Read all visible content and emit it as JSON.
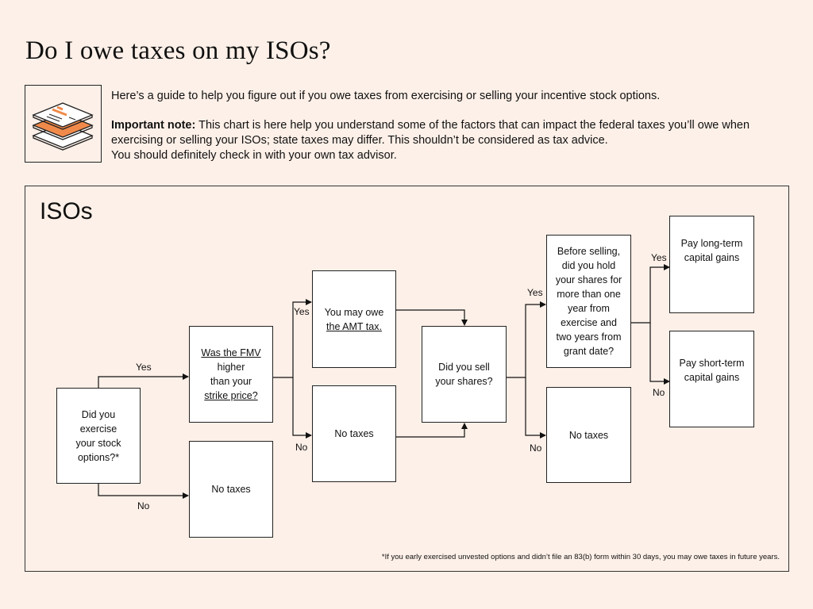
{
  "header": {
    "title": "Do I owe taxes on my ISOs?",
    "intro": "Here’s a guide to help you figure out if you owe taxes from exercising or selling your incentive stock options.",
    "note_label": "Important note:",
    "note_text": " This chart is here help you understand some of the factors that can impact the federal taxes you’ll owe when exercising or selling your ISOs; state taxes may differ. This shouldn’t be considered as tax advice.",
    "note_line3": "You should definitely check in with your own tax advisor.",
    "icon": "stacked-documents-icon"
  },
  "flow": {
    "title": "ISOs",
    "nodes": {
      "exercise": [
        "Did you",
        "exercise",
        "your stock",
        "options?*"
      ],
      "fmv": [
        "Was the FMV",
        "higher",
        "than your",
        "strike price?"
      ],
      "no_taxes_1": "No taxes",
      "amt": [
        "You may owe",
        "the AMT tax."
      ],
      "no_taxes_2": "No taxes",
      "sell": [
        "Did you sell",
        "your shares?"
      ],
      "held": [
        "Before selling,",
        "did you hold",
        "your shares for",
        "more than one",
        "year from",
        "exercise and",
        "two years from",
        "grant date?"
      ],
      "no_taxes_3": "No taxes",
      "long_term": [
        "Pay long-term",
        "capital gains"
      ],
      "short_term": [
        "Pay short-term",
        "capital gains"
      ]
    },
    "labels": {
      "yes": "Yes",
      "no": "No"
    },
    "footnote": "*If you early exercised unvested options and didn’t file an 83(b) form within 30 days, you may owe taxes in future years."
  },
  "colors": {
    "background": "#fdf0e8",
    "accent": "#f08a4b"
  }
}
